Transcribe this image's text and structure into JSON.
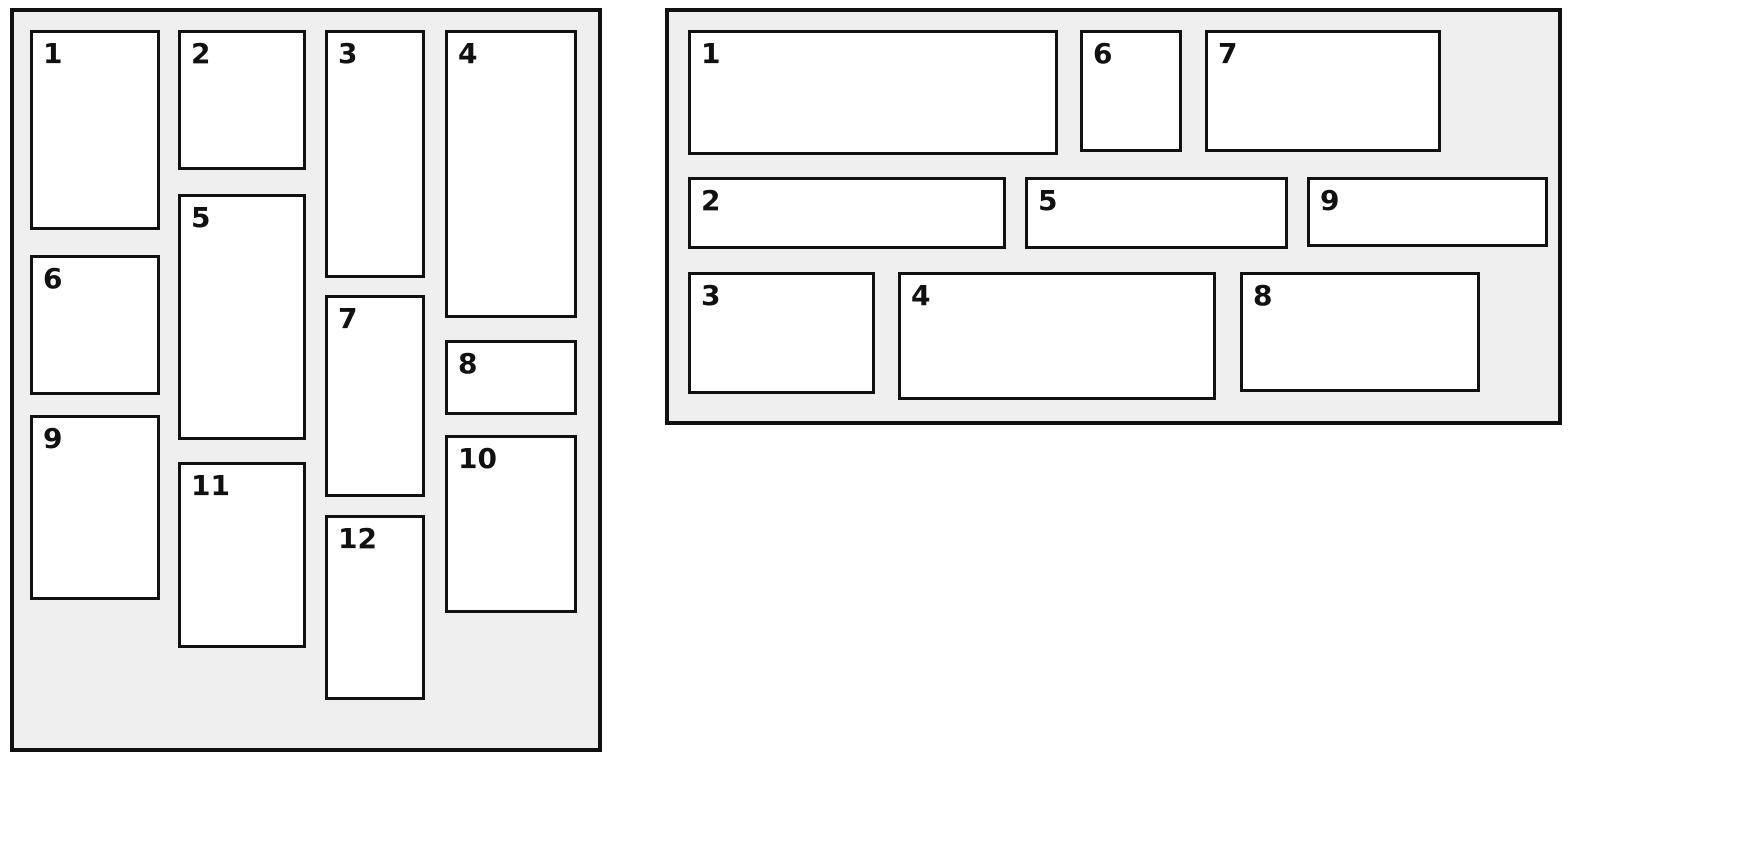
{
  "colors": {
    "panel_bg": "#efefef",
    "box_bg": "#ffffff",
    "border": "#111111"
  },
  "left_panel": {
    "description": "vertical-masonry-grid",
    "items": [
      {
        "label": "1"
      },
      {
        "label": "2"
      },
      {
        "label": "3"
      },
      {
        "label": "4"
      },
      {
        "label": "5"
      },
      {
        "label": "6"
      },
      {
        "label": "7"
      },
      {
        "label": "8"
      },
      {
        "label": "9"
      },
      {
        "label": "10"
      },
      {
        "label": "11"
      },
      {
        "label": "12"
      }
    ]
  },
  "right_panel": {
    "description": "horizontal-masonry-grid",
    "items": [
      {
        "label": "1"
      },
      {
        "label": "2"
      },
      {
        "label": "3"
      },
      {
        "label": "4"
      },
      {
        "label": "5"
      },
      {
        "label": "6"
      },
      {
        "label": "7"
      },
      {
        "label": "8"
      },
      {
        "label": "9"
      }
    ]
  }
}
